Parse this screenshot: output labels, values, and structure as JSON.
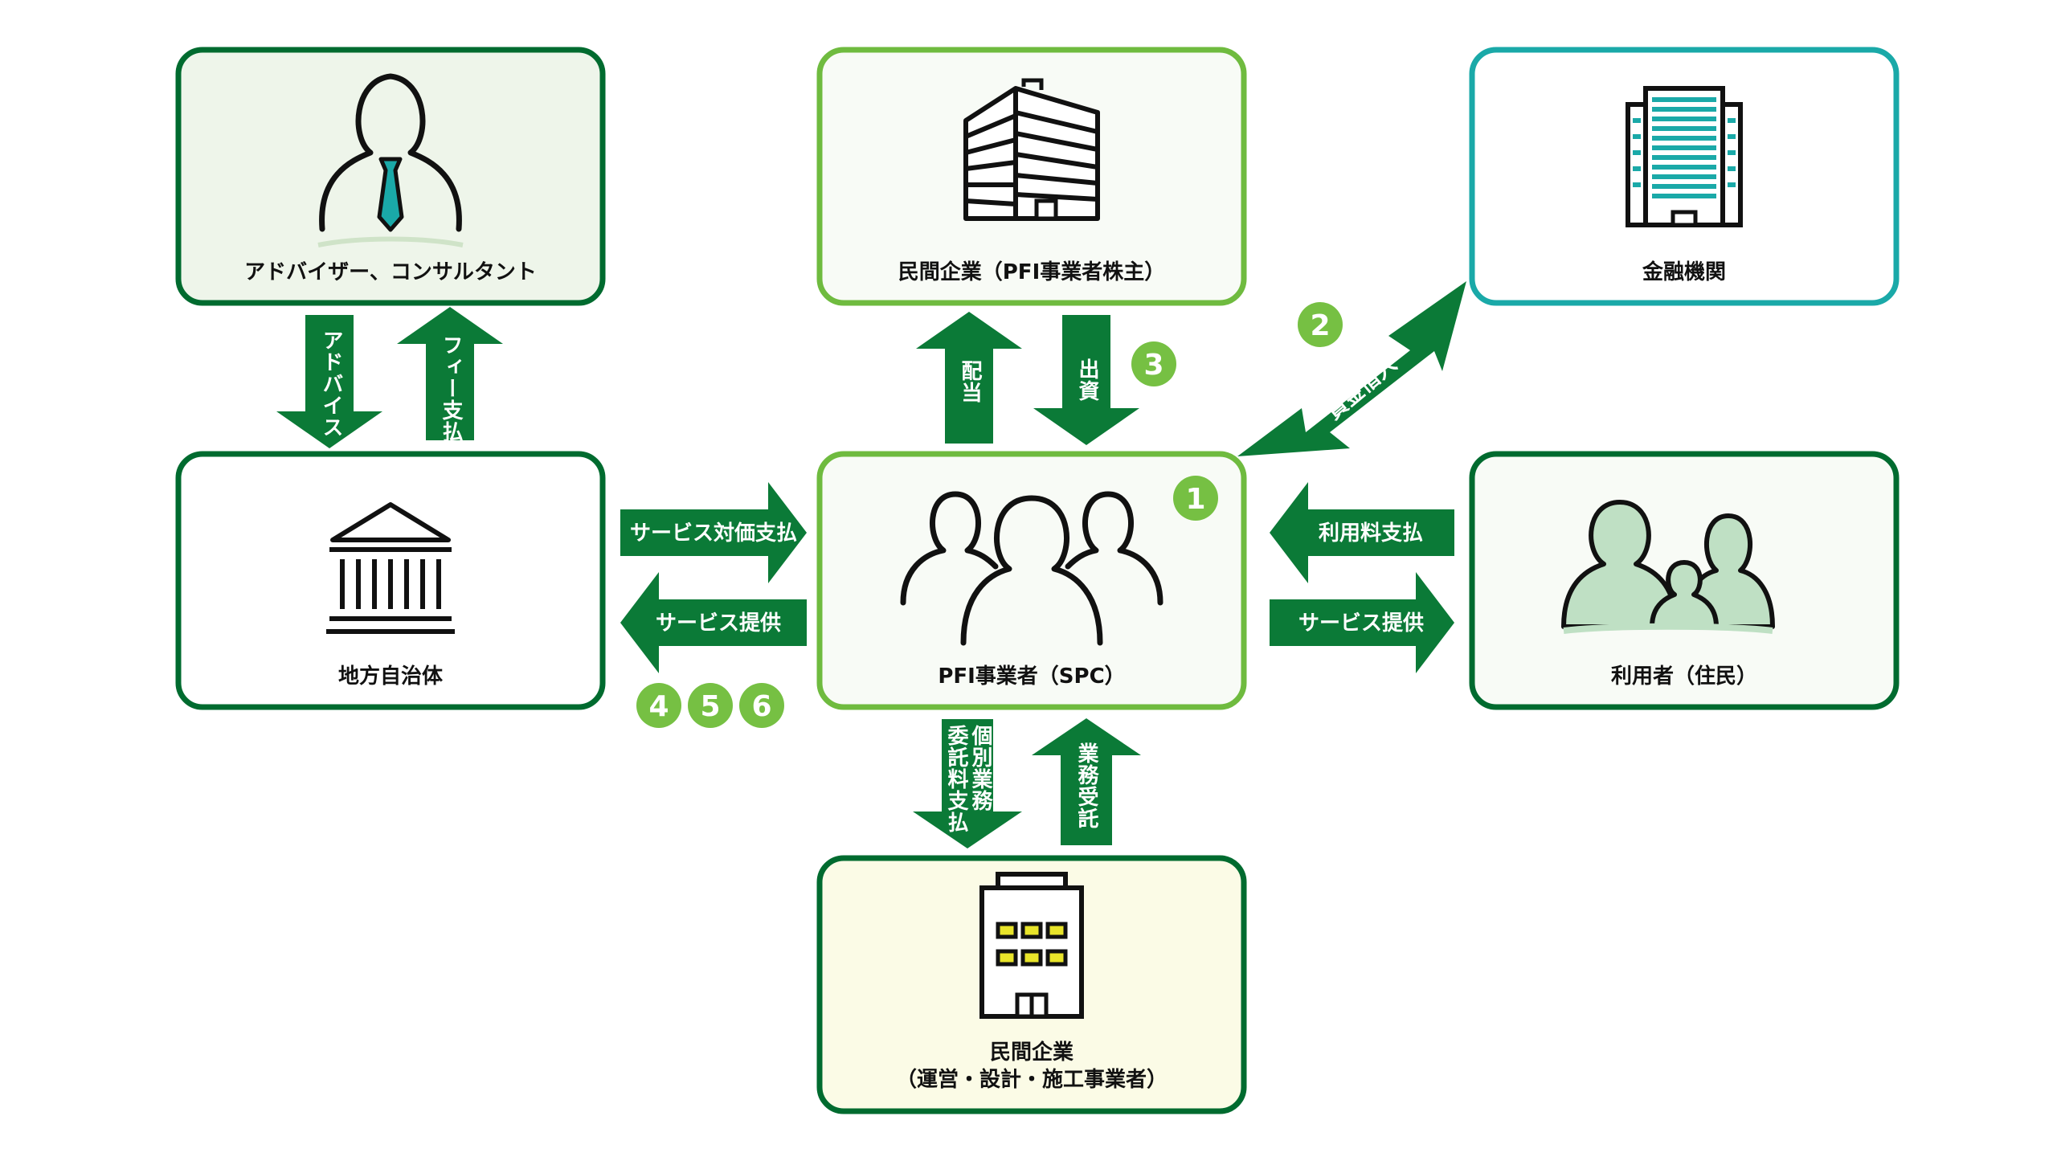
{
  "colors": {
    "dark_green": "#006b2f",
    "arrow_green": "#0b7a37",
    "light_green": "#6fbb3f",
    "teal": "#1aa9a8",
    "badge_green": "#76c043",
    "pale_green_fill": "#eef5ea",
    "pale_white_fill": "#f8fbf6",
    "pale_yellow_fill": "#fbfbe6",
    "person_fill": "#bfe0c4"
  },
  "nodes": {
    "advisor": {
      "label": "アドバイザー、コンサルタント",
      "icon": "consultant-person-icon"
    },
    "investor": {
      "label": "民間企業（PFI事業者株主）",
      "icon": "office-building-icon"
    },
    "bank": {
      "label": "金融機関",
      "icon": "bank-tower-icon"
    },
    "government": {
      "label": "地方自治体",
      "icon": "government-building-icon"
    },
    "spc": {
      "label": "PFI事業者（SPC）",
      "icon": "group-people-icon"
    },
    "users": {
      "label": "利用者（住民）",
      "icon": "family-icon"
    },
    "contractor": {
      "label_line1": "民間企業",
      "label_line2": "（運営・設計・施工事業者）",
      "icon": "small-office-icon"
    }
  },
  "arrows": {
    "advice": "アドバイス",
    "fee_payment": "フィー支払",
    "dividend": "配当",
    "investment": "出資",
    "loan": "資金借入",
    "service_payment": "サービス対価支払",
    "service_provision_gov": "サービス提供",
    "usage_fee": "利用料支払",
    "service_provision_users": "サービス提供",
    "outsourcing_fee": "委託料支払",
    "individual_work": "個別業務",
    "work_order": "業務受託"
  },
  "badges": {
    "spc": "1",
    "loan": "2",
    "investment": "3",
    "service_a": "4",
    "service_b": "5",
    "service_c": "6"
  }
}
